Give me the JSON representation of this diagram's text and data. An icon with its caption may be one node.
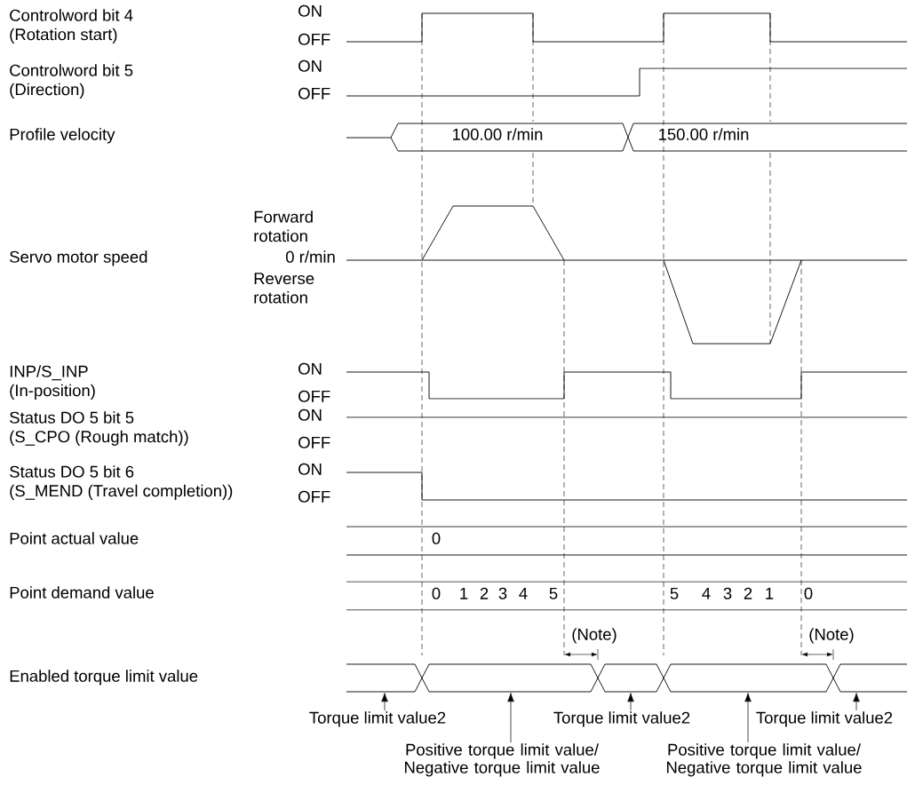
{
  "diagram": {
    "nodes": [
      {
        "text": [],
        "shape": "hexagon"
      },
      {
        "text": [],
        "shape": "hexagon"
      },
      {
        "text": [],
        "shape": "hexagon"
      },
      {
        "text": [],
        "shape": "hexagon"
      },
      {
        "text": [],
        "shape": "hexagon"
      },
      {
        "text": [
          "Torque limit value2"
        ]
      },
      {
        "text": [
          "Torque limit value2"
        ]
      },
      {
        "text": [
          "Torque limit value2"
        ]
      },
      {
        "text": [
          "Positive torque limit value/ Negative torque limit value"
        ]
      },
      {
        "text": [
          "Positive torque limit value/ Negative torque limit value"
        ]
      }
    ],
    "edges": [
      {
        "from": 5,
        "to": 0,
        "arrow": "to"
      },
      {
        "from": 6,
        "to": 2,
        "arrow": "to"
      },
      {
        "from": 7,
        "to": 4,
        "arrow": "to"
      },
      {
        "from": 8,
        "to": 1,
        "arrow": "to"
      },
      {
        "from": 9,
        "to": 3,
        "arrow": "to"
      }
    ],
    "labels": [
      "Controlword bit 4 (Rotation start)",
      "ON",
      "OFF",
      "Controlword bit 5 (Direction)",
      "ON",
      "OFF",
      "Profile velocity",
      "100.00 r/min",
      "150.00 r/min",
      "Forward rotation",
      "Servo motor speed",
      "0 r/min",
      "Reverse rotation",
      "INP/S_INP (In-position)",
      "ON",
      "OFF",
      "Status DO 5 bit 5 (S_CPO (Rough match))",
      "ON",
      "OFF",
      "Status DO 5 bit 6 (S_MEND (Travel completion))",
      "ON",
      "OFF",
      "Point actual value",
      "0",
      "Point demand value",
      "0",
      "1",
      "2",
      "3",
      "4",
      "5",
      "5",
      "4",
      "3",
      "2",
      "1",
      "0",
      "(Note)",
      "(Note)",
      "Enabled torque limit value"
    ]
  }
}
